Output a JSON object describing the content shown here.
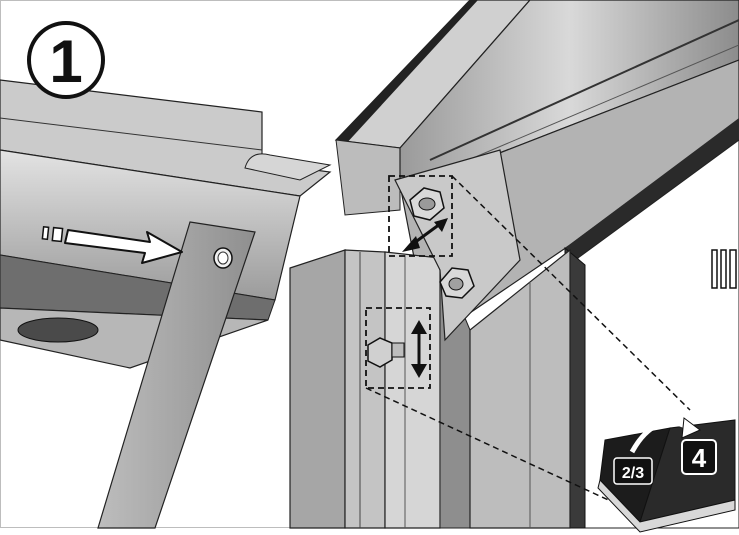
{
  "step": {
    "number": "1"
  },
  "book": {
    "left_page": "2/3",
    "right_page": "4"
  },
  "colors": {
    "metal_light": "#cfcfcf",
    "metal_mid": "#a9a9a9",
    "metal_dark": "#6f6f6f",
    "outline": "#111111",
    "background": "#ffffff"
  },
  "icons": {
    "step": "numbered-circle-icon",
    "move_arrow": "right-arrow-icon",
    "adjust_arrow": "double-arrow-icon",
    "book": "instruction-book-icon"
  }
}
